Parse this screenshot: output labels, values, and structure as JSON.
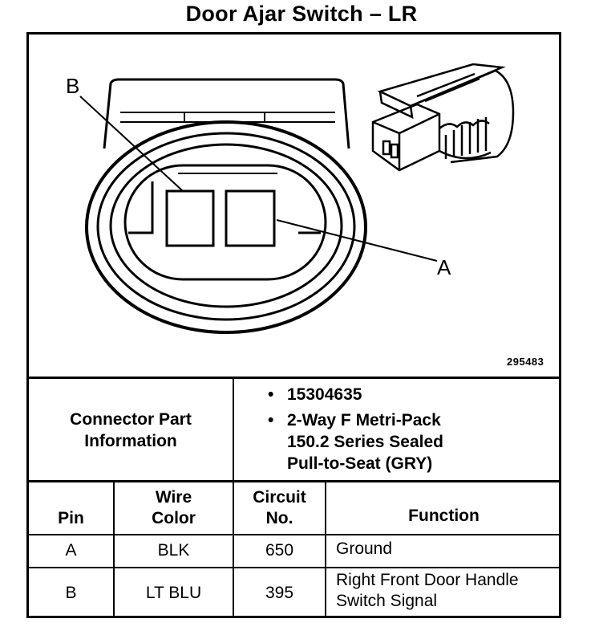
{
  "title": "Door Ajar Switch – LR",
  "diagram": {
    "callouts": {
      "b": "B",
      "a": "A"
    },
    "figure_number": "295483"
  },
  "connector_info": {
    "label_line1": "Connector Part",
    "label_line2": "Information",
    "bullet_glyph": "•",
    "items": [
      {
        "lines": [
          "15304635"
        ]
      },
      {
        "lines": [
          "2-Way F Metri-Pack",
          "150.2 Series Sealed",
          "Pull-to-Seat (GRY)"
        ]
      }
    ]
  },
  "table": {
    "headers": {
      "pin": [
        "",
        "Pin"
      ],
      "wire_color": [
        "Wire",
        "Color"
      ],
      "circuit": [
        "Circuit",
        "No."
      ],
      "function": [
        "",
        "Function"
      ]
    },
    "rows": [
      {
        "pin": "A",
        "wire_color": "BLK",
        "circuit": "650",
        "function": [
          "Ground"
        ]
      },
      {
        "pin": "B",
        "wire_color": "LT BLU",
        "circuit": "395",
        "function": [
          "Right Front Door Handle",
          "Switch Signal"
        ]
      }
    ]
  }
}
